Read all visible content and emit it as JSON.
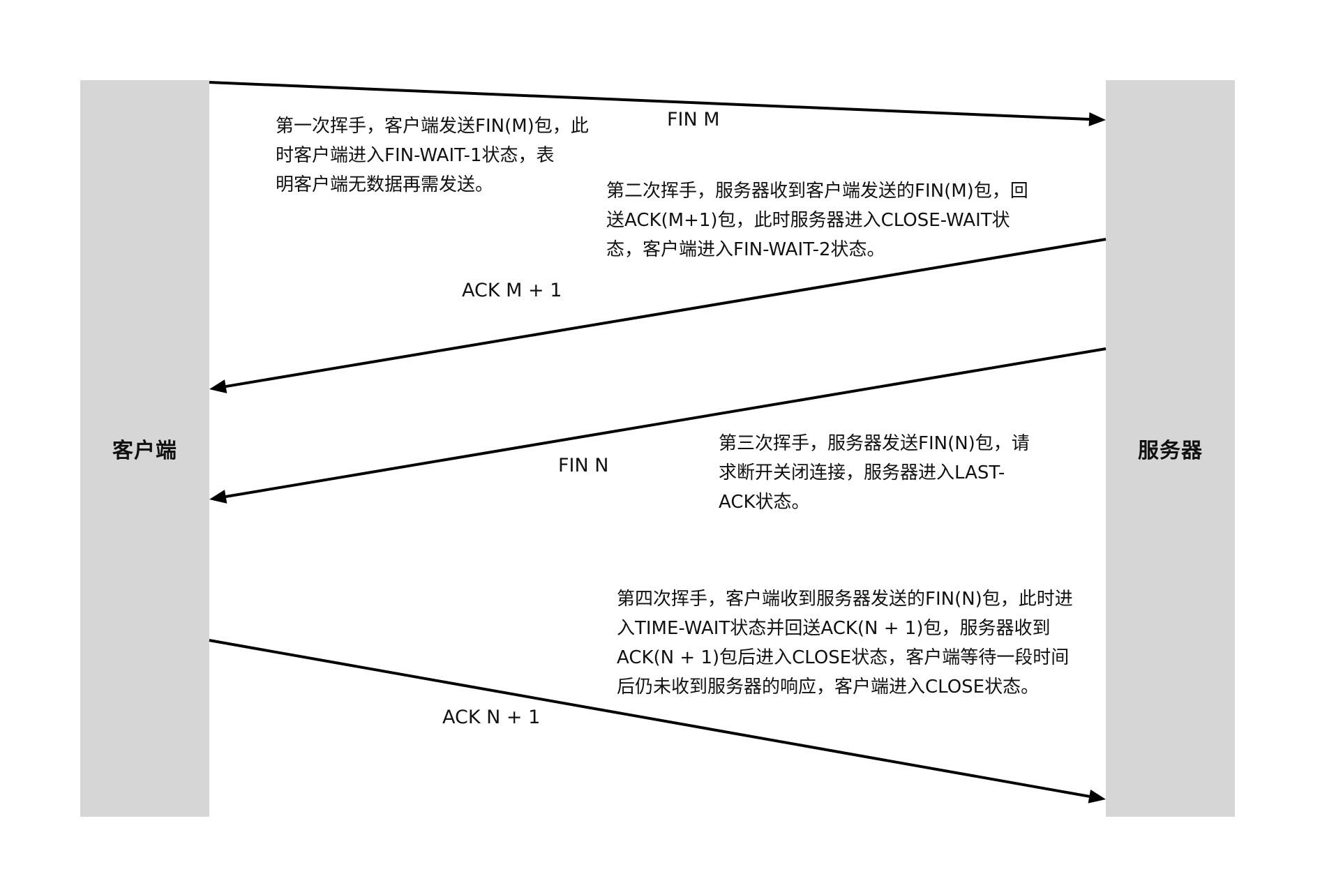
{
  "lanes": {
    "client": "客户端",
    "server": "服务器"
  },
  "messages": [
    {
      "label": "FIN M",
      "from": "client",
      "to": "server"
    },
    {
      "label": "ACK M + 1",
      "from": "server",
      "to": "client"
    },
    {
      "label": "FIN N",
      "from": "server",
      "to": "client"
    },
    {
      "label": "ACK N + 1",
      "from": "client",
      "to": "server"
    }
  ],
  "notes": [
    "第一次挥手，客户端发送FIN(M)包，此\n时客户端进入FIN-WAIT-1状态，表\n明客户端无数据再需发送。",
    "第二次挥手，服务器收到客户端发送的FIN(M)包，回\n送ACK(M+1)包，此时服务器进入CLOSE-WAIT状\n态，客户端进入FIN-WAIT-2状态。",
    "第三次挥手，服务器发送FIN(N)包，请\n求断开关闭连接，服务器进入LAST-\nACK状态。",
    "第四次挥手，客户端收到服务器发送的FIN(N)包，此时进\n入TIME-WAIT状态并回送ACK(N + 1)包，服务器收到\nACK(N + 1)包后进入CLOSE状态，客户端等待一段时间\n后仍未收到服务器的响应，客户端进入CLOSE状态。"
  ]
}
